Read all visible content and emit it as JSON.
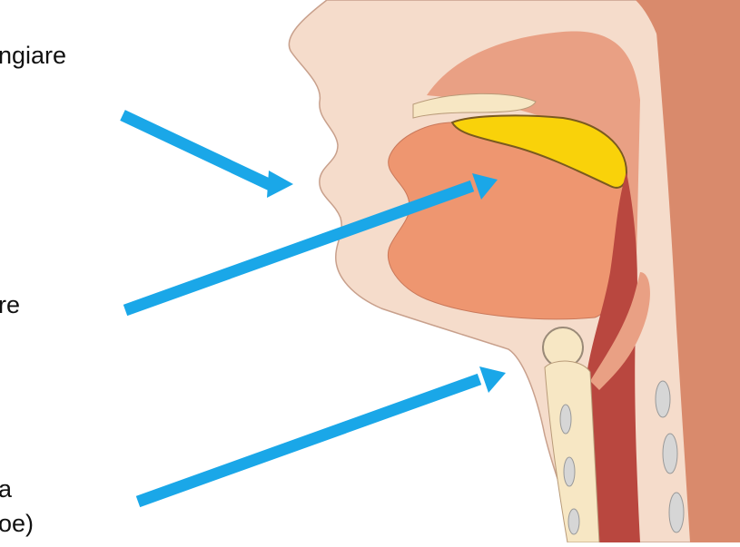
{
  "labels": {
    "mouth": "ngiare",
    "tongue": "re",
    "larynx_line1": "a",
    "larynx_line2": "oe)"
  },
  "colors": {
    "arrow": "#1aa7e8",
    "skin": "#f5dccb",
    "skin_outline": "#c8a08c",
    "muscle": "#d98a6c",
    "muscle_light": "#e9a084",
    "tongue": "#ee9670",
    "palate_yellow": "#f9d20a",
    "cartilage": "#f7e7c4",
    "airway": "#b9473f",
    "bone_grey": "#d6d6d6"
  }
}
